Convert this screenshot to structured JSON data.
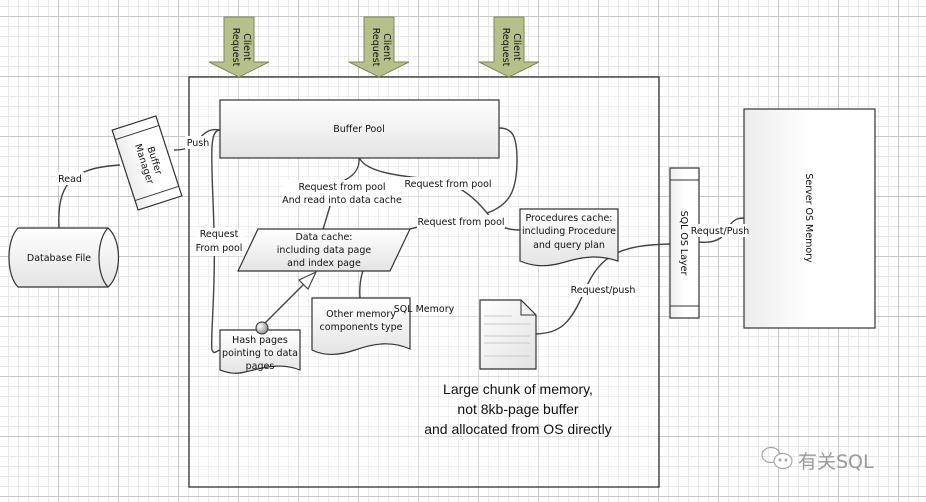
{
  "diagram": {
    "client_arrows": [
      {
        "label_line1": "Client",
        "label_line2": "Request"
      },
      {
        "label_line1": "Client",
        "label_line2": "Request"
      },
      {
        "label_line1": "Client",
        "label_line2": "Request"
      }
    ],
    "nodes": {
      "database_file": "Database File",
      "buffer_manager_line1": "Buffer",
      "buffer_manager_line2": "Manager",
      "buffer_pool": "Buffer Pool",
      "data_cache": [
        "Data cache:",
        "including data page",
        "and index page"
      ],
      "hash_pages": [
        "Hash pages",
        "pointing to data",
        "pages"
      ],
      "other_memory": [
        "Other memory",
        "components type"
      ],
      "procedures_cache": [
        "Procedures cache:",
        "including Procedure",
        "and query plan"
      ],
      "sql_os_layer": "SQL OS Layer",
      "server_os_memory": "Server OS Memory",
      "large_chunk": [
        "Large chunk of memory,",
        "not 8kb-page buffer",
        "and allocated from OS directly"
      ]
    },
    "edge_labels": {
      "read": "Read",
      "push": "Push",
      "request_from_pool_left": [
        "Request",
        "From pool"
      ],
      "request_read_data_cache": [
        "Request from pool",
        "And read into data cache"
      ],
      "request_from_pool_1": "Request from pool",
      "request_from_pool_2": "Request from pool",
      "sql_memory": "SQL Memory",
      "request_push_lower": "Request/push",
      "requst_push_os": "Requst/Push"
    },
    "watermark": "有关SQL",
    "colors": {
      "arrow_fill": "#b5c08a",
      "arrow_stroke": "#7d8a55",
      "line": "#444444",
      "shape_fill_light": "#ffffff",
      "shape_fill_dark": "#e6e6e6"
    }
  }
}
